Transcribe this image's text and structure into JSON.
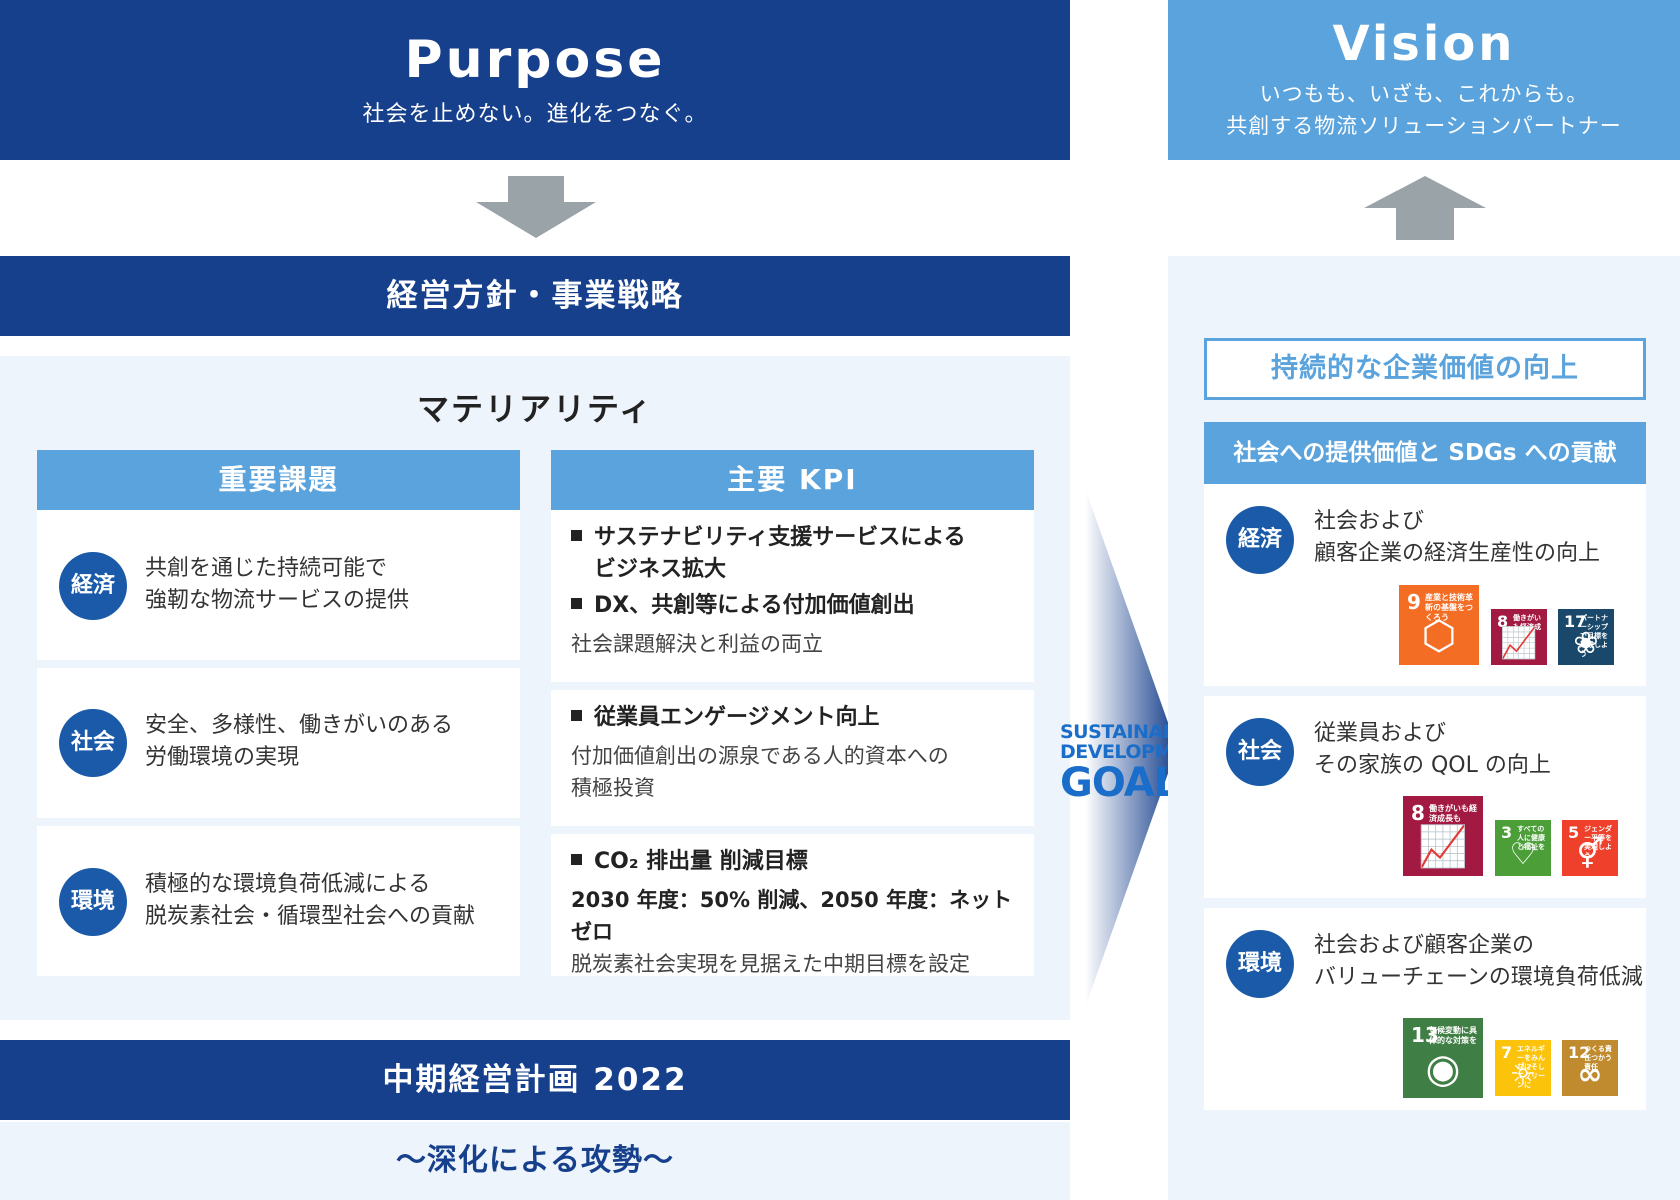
{
  "purpose": {
    "title": "Purpose",
    "subtitle": "社会を止めない。進化をつなぐ。"
  },
  "vision": {
    "title": "Vision",
    "line1": "いつもも、いざも、これからも。",
    "line2": "共創する物流ソリューションパートナー"
  },
  "strategy": {
    "label": "経営方針・事業戦略"
  },
  "materiality": {
    "title": "マテリアリティ",
    "issues_header": "重要課題",
    "kpi_header": "主要 KPI",
    "issues": [
      {
        "tag": "経済",
        "line1": "共創を通じた持続可能で",
        "line2": "強靭な物流サービスの提供"
      },
      {
        "tag": "社会",
        "line1": "安全、多様性、働きがいのある",
        "line2": "労働環境の実現"
      },
      {
        "tag": "環境",
        "line1": "積極的な環境負荷低減による",
        "line2": "脱炭素社会・循環型社会への貢献"
      }
    ],
    "kpis": [
      {
        "bold1a": "サステナビリティ支援サービスによる",
        "bold1b": "ビジネス拡大",
        "bold2": "DX、共創等による付加価値創出",
        "normal": "社会課題解決と利益の両立"
      },
      {
        "bold1": "従業員エンゲージメント向上",
        "normal1": "付加価値創出の源泉である人的資本への",
        "normal2": "積極投資"
      },
      {
        "bold1": "CO₂ 排出量 削減目標",
        "bold2": "2030 年度：50% 削減、2050 年度：ネットゼロ",
        "normal": "脱炭素社会実現を見据えた中期目標を設定"
      }
    ]
  },
  "plan": {
    "label": "中期経営計画 2022",
    "subtitle": "〜深化による攻勢〜"
  },
  "sdgs_logo": {
    "line1": "SUSTAINABLE",
    "line2": "DEVELOPMENT",
    "line3": "GOALS"
  },
  "value_up": {
    "label": "持続的な企業価値の向上"
  },
  "contribution": {
    "header": "社会への提供価値と SDGs への貢献",
    "items": [
      {
        "tag": "経済",
        "line1": "社会および",
        "line2": "顧客企業の経済生産性の向上",
        "tiles": [
          {
            "num": "9",
            "caption": "産業と技術革新の基盤をつくろう",
            "color": "#f36d25",
            "icon": "cube-icon"
          },
          {
            "num": "8",
            "caption": "働きがいも経済成長も",
            "color": "#a21942",
            "icon": "chart-icon"
          },
          {
            "num": "17",
            "caption": "パートナーシップで目標を達成しよう",
            "color": "#19486a",
            "icon": "flower-icon"
          }
        ]
      },
      {
        "tag": "社会",
        "line1": "従業員および",
        "line2": "その家族の QOL の向上",
        "tiles": [
          {
            "num": "8",
            "caption": "働きがいも経済成長も",
            "color": "#a21942",
            "icon": "chart-icon"
          },
          {
            "num": "3",
            "caption": "すべての人に健康と福祉を",
            "color": "#4c9f38",
            "icon": "heartbeat-icon"
          },
          {
            "num": "5",
            "caption": "ジェンダー平等を実現しよう",
            "color": "#ef402b",
            "icon": "gender-icon"
          }
        ]
      },
      {
        "tag": "環境",
        "line1": "社会および顧客企業の",
        "line2": "バリューチェーンの環境負荷低減",
        "tiles": [
          {
            "num": "13",
            "caption": "気候変動に具体的な対策を",
            "color": "#3f7e44",
            "icon": "eye-globe-icon"
          },
          {
            "num": "7",
            "caption": "エネルギーをみんなにそしてクリーンに",
            "color": "#fcc30b",
            "icon": "sun-icon"
          },
          {
            "num": "12",
            "caption": "つくる責任つかう責任",
            "color": "#bf8b2e",
            "icon": "infinity-icon"
          }
        ]
      }
    ]
  },
  "colors": {
    "navy": "#163f8c",
    "sky": "#5aa3dc",
    "panel": "#eef4fb",
    "arrow": "#9aa3a8"
  }
}
